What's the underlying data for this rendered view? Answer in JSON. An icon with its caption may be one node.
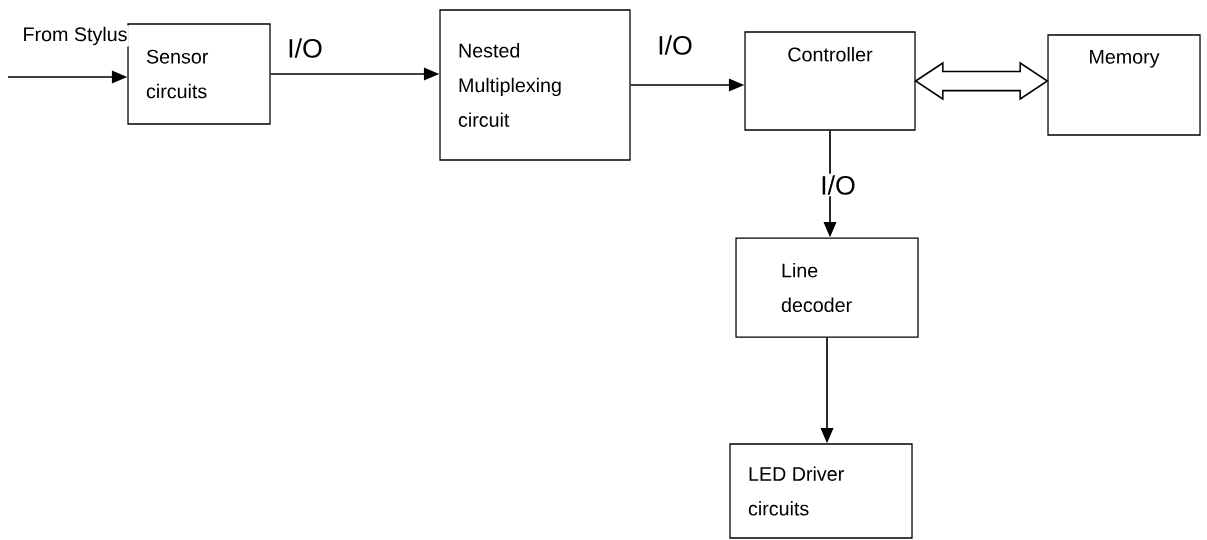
{
  "diagram": {
    "nodes": [
      {
        "text": [
          "Sensor circuits"
        ]
      },
      {
        "text": [
          "Nested Multiplexing circuit"
        ]
      },
      {
        "text": [
          "Controller"
        ]
      },
      {
        "text": [
          "Memory"
        ]
      },
      {
        "text": [
          "Line decoder"
        ]
      },
      {
        "text": [
          "LED Driver circuits"
        ]
      }
    ],
    "edges": [
      {
        "from": null,
        "to": 0,
        "arrow": "to",
        "label": "From Stylus"
      },
      {
        "from": 0,
        "to": 1,
        "arrow": "to",
        "label": "I/O"
      },
      {
        "from": 1,
        "to": 2,
        "arrow": "to",
        "label": "I/O"
      },
      {
        "from": 2,
        "to": 3,
        "arrow": "both",
        "style": "thick"
      },
      {
        "from": 2,
        "to": 4,
        "arrow": "to",
        "label": "I/O"
      },
      {
        "from": 4,
        "to": 5,
        "arrow": "to"
      }
    ]
  }
}
